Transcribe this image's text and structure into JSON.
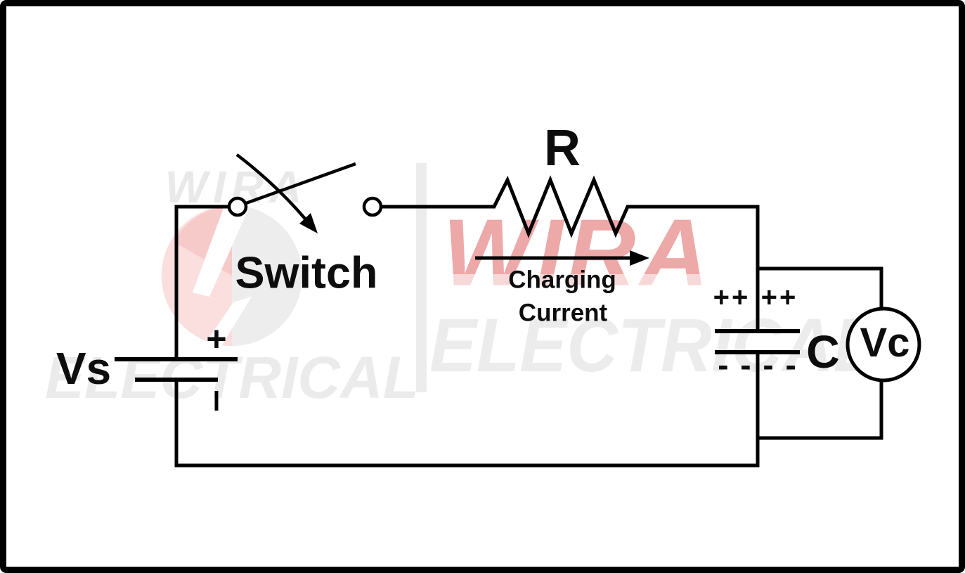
{
  "diagram": {
    "labels": {
      "source": "Vs",
      "switch": "Switch",
      "resistor": "R",
      "capacitor": "C",
      "voltmeter": "Vc",
      "current_line1": "Charging",
      "current_line2": "Current"
    },
    "marks": {
      "battery_plus": "+",
      "battery_minus": "|",
      "capacitor_plus_left": "++",
      "capacitor_plus_right": "++",
      "capacitor_minus": "- - - -"
    },
    "colors": {
      "line": "#000000",
      "background": "#ffffff",
      "frame": "#000000",
      "watermark_gray": "#ebebeb",
      "watermark_red": "#eda8a8",
      "watermark_logo_pink": "#fbdede",
      "watermark_logo_gray": "#ededed"
    }
  },
  "watermark": {
    "word_primary": "WIRA",
    "word_secondary": "ELECTRICAL"
  }
}
